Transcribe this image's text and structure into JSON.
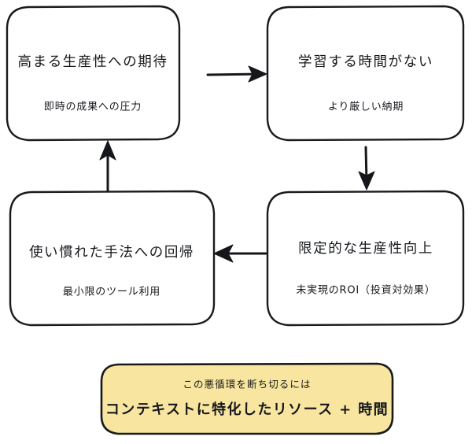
{
  "diagram": {
    "type": "cycle-flowchart",
    "title_visible": false,
    "colors": {
      "box_fill": "#ffffff",
      "box_stroke": "#1a1a1a",
      "accent_fill": "#f8e6a0",
      "text": "#16181c",
      "arrow": "#15171a"
    },
    "nodes": [
      {
        "id": "node-rising-expectations",
        "title": "高まる生産性への期待",
        "subtitle": "即時の成果への圧力",
        "position": "top-left"
      },
      {
        "id": "node-no-time-to-learn",
        "title": "学習する時間がない",
        "subtitle": "より厳しい納期",
        "position": "top-right"
      },
      {
        "id": "node-limited-gain",
        "title": "限定的な生産性向上",
        "subtitle": "未実現のROI（投資対効果）",
        "position": "bottom-right"
      },
      {
        "id": "node-revert-to-habit",
        "title": "使い慣れた手法への回帰",
        "subtitle": "最小限のツール利用",
        "position": "bottom-left"
      }
    ],
    "edges": [
      {
        "id": "edge-top",
        "from": "node-rising-expectations",
        "to": "node-no-time-to-learn",
        "direction": "right"
      },
      {
        "id": "edge-right",
        "from": "node-no-time-to-learn",
        "to": "node-limited-gain",
        "direction": "down"
      },
      {
        "id": "edge-bottom",
        "from": "node-limited-gain",
        "to": "node-revert-to-habit",
        "direction": "left"
      },
      {
        "id": "edge-left",
        "from": "node-revert-to-habit",
        "to": "node-rising-expectations",
        "direction": "up"
      }
    ],
    "callout": {
      "id": "callout-solution",
      "kicker": "この悪循環を断ち切るには",
      "statement": "コンテキストに特化したリソース + 時間"
    }
  }
}
